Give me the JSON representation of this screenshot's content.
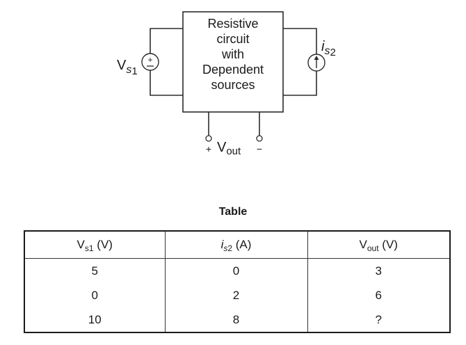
{
  "circuit": {
    "block_lines": [
      "Resistive",
      "circuit",
      "with",
      "Dependent",
      "sources"
    ],
    "voltage_source": {
      "symbol": "V",
      "subscript": "s1",
      "sub_letter": "s",
      "sub_index": "1",
      "polarity_plus": "+",
      "polarity_minus": "−"
    },
    "current_source": {
      "symbol": "i",
      "sub_letter": "s",
      "sub_index": "2",
      "direction": "up"
    },
    "output": {
      "plus": "+",
      "minus": "−",
      "symbol": "V",
      "subscript": "out"
    }
  },
  "table": {
    "title": "Table",
    "headers": [
      {
        "main": "V",
        "sub": "s",
        "subidx": "1",
        "unit": " (V)"
      },
      {
        "main": "i",
        "sub": "s",
        "subidx": "2",
        "unit": " (A)"
      },
      {
        "main": "V",
        "sub": "out",
        "subidx": "",
        "unit": " (V)"
      }
    ],
    "rows": [
      [
        "5",
        "0",
        "3"
      ],
      [
        "0",
        "2",
        "6"
      ],
      [
        "10",
        "8",
        "?"
      ]
    ]
  }
}
